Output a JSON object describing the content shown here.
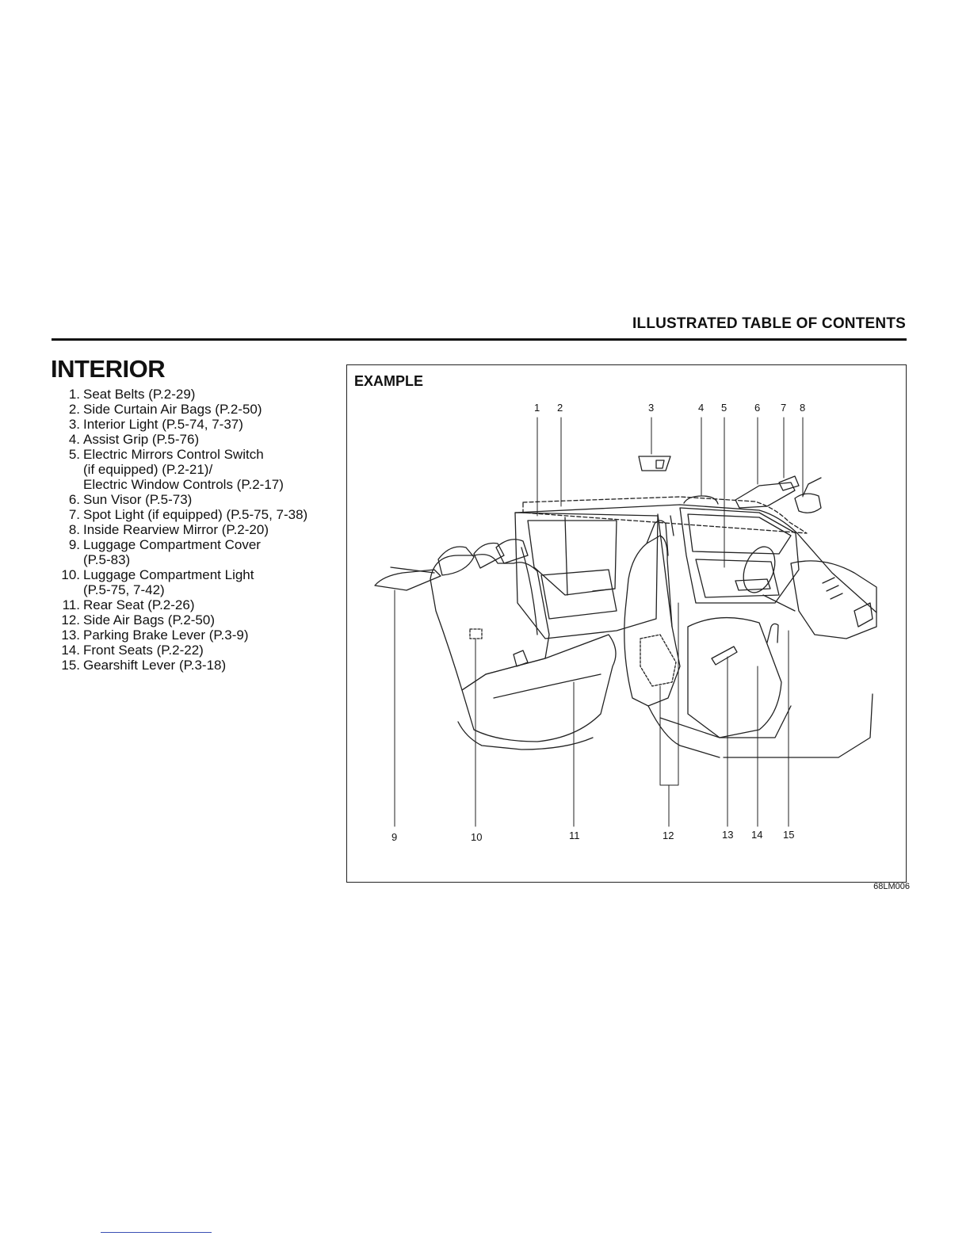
{
  "header": {
    "title": "ILLUSTRATED TABLE OF CONTENTS"
  },
  "section": {
    "title": "INTERIOR"
  },
  "items": [
    {
      "num": "1.",
      "text": "Seat Belts (P.2-29)"
    },
    {
      "num": "2.",
      "text": "Side Curtain Air Bags (P.2-50)"
    },
    {
      "num": "3.",
      "text": "Interior Light (P.5-74, 7-37)"
    },
    {
      "num": "4.",
      "text": "Assist Grip (P.5-76)"
    },
    {
      "num": "5.",
      "text": "Electric Mirrors Control Switch\n(if equipped) (P.2-21)/\nElectric Window Controls (P.2-17)"
    },
    {
      "num": "6.",
      "text": "Sun Visor (P.5-73)"
    },
    {
      "num": "7.",
      "text": "Spot Light (if equipped) (P.5-75, 7-38)"
    },
    {
      "num": "8.",
      "text": "Inside Rearview Mirror (P.2-20)"
    },
    {
      "num": "9.",
      "text": "Luggage Compartment Cover\n(P.5-83)"
    },
    {
      "num": "10.",
      "text": "Luggage Compartment Light\n(P.5-75, 7-42)"
    },
    {
      "num": "11.",
      "text": "Rear Seat (P.2-26)"
    },
    {
      "num": "12.",
      "text": "Side Air Bags (P.2-50)"
    },
    {
      "num": "13.",
      "text": "Parking Brake Lever (P.3-9)"
    },
    {
      "num": "14.",
      "text": "Front Seats (P.2-22)"
    },
    {
      "num": "15.",
      "text": "Gearshift Lever (P.3-18)"
    }
  ],
  "figure": {
    "label": "EXAMPLE",
    "code": "68LM006",
    "callouts_top": [
      "1",
      "2",
      "3",
      "4",
      "5",
      "6",
      "7",
      "8"
    ],
    "callouts_bottom": [
      "9",
      "10",
      "11",
      "12",
      "13",
      "14",
      "15"
    ]
  }
}
